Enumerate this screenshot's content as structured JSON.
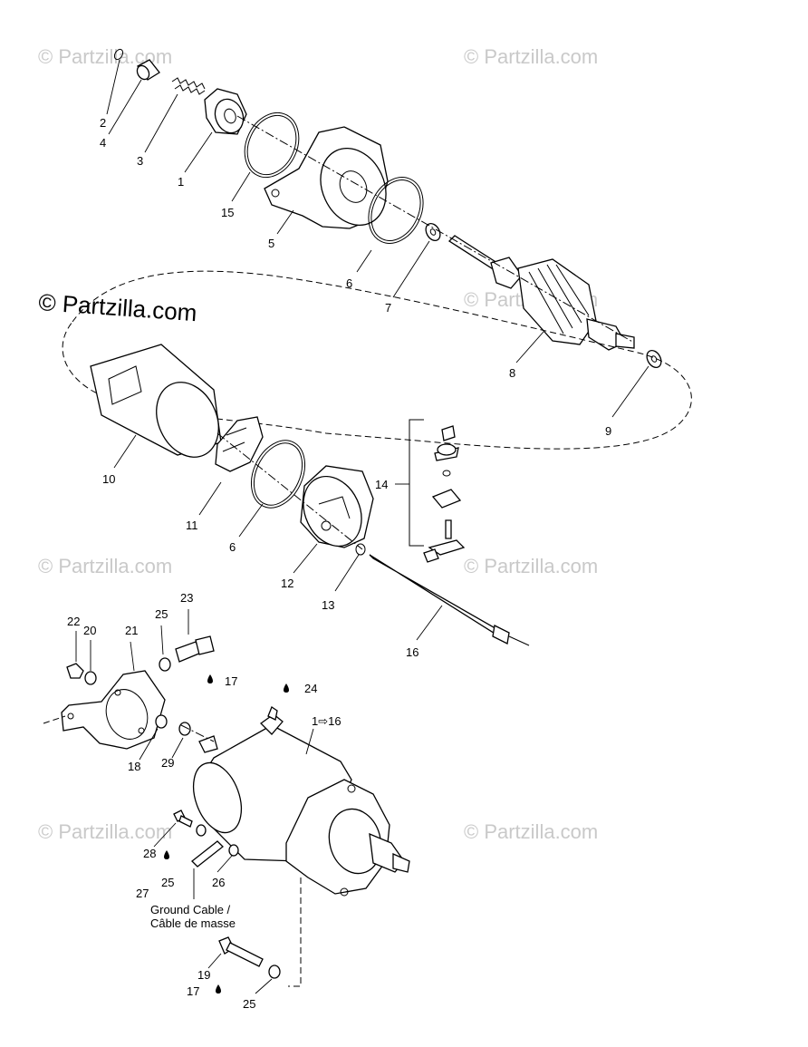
{
  "watermark": {
    "text": "© Partzilla.com",
    "main_text": "© Partzilla.com"
  },
  "callouts": {
    "c1": "1",
    "c2": "2",
    "c3": "3",
    "c4": "4",
    "c5": "5",
    "c6a": "6",
    "c6b": "6",
    "c7": "7",
    "c8": "8",
    "c9": "9",
    "c10": "10",
    "c11": "11",
    "c12": "12",
    "c13": "13",
    "c14": "14",
    "c15": "15",
    "c16": "16",
    "c17a": "17",
    "c17b": "17",
    "c18": "18",
    "c19": "19",
    "c20": "20",
    "c21": "21",
    "c22": "22",
    "c23": "23",
    "c24": "24",
    "c25a": "25",
    "c25b": "25",
    "c25c": "25",
    "c26": "26",
    "c27": "27",
    "c28": "28",
    "c29": "29",
    "ref_1_16": "1⇨16"
  },
  "ground_cable": {
    "line1": "Ground Cable /",
    "line2": "Câble de masse"
  }
}
